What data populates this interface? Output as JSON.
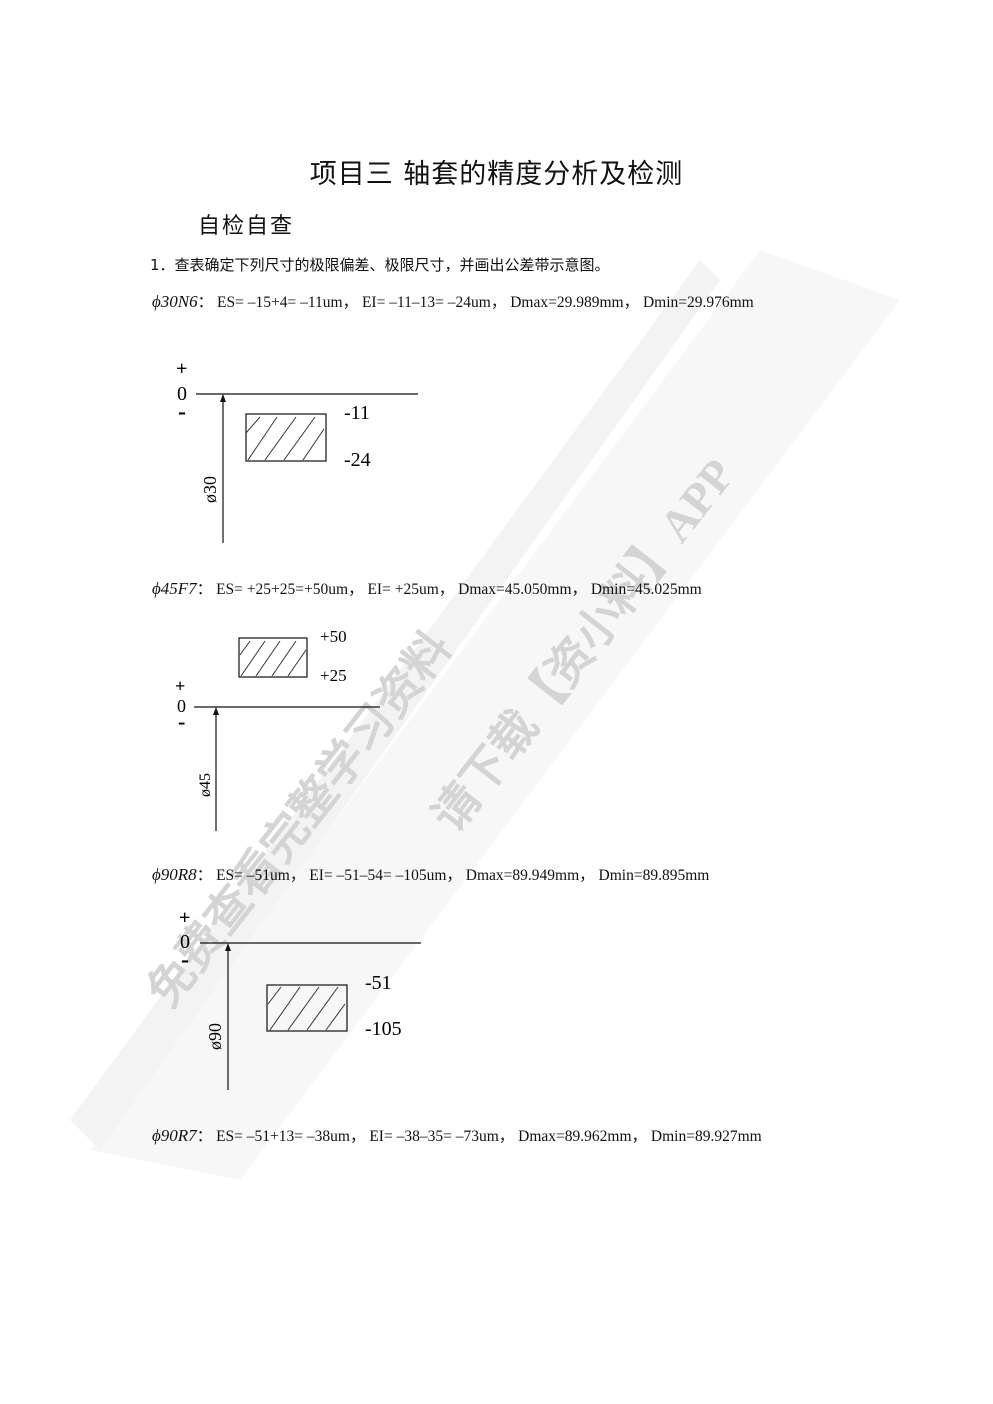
{
  "page": {
    "title": "项目三 轴套的精度分析及检测",
    "subtitle": "自检自查",
    "question": "1．查表确定下列尺寸的极限偏差、极限尺寸，并画出公差带示意图。"
  },
  "items": [
    {
      "symbol": "ϕ30N6",
      "es": "ES= –15+4= –11um",
      "ei": "EI= –11–13= –24um",
      "dmax": "Dmax=29.989mm",
      "dmin": "Dmin=29.976mm",
      "diagram": {
        "plus": "+",
        "zero": "0",
        "minus": "-",
        "upper": "-11",
        "lower": "-24",
        "size_label": "ø30"
      }
    },
    {
      "symbol": "ϕ45F7",
      "es": "ES= +25+25=+50um",
      "ei": "EI= +25um",
      "dmax": "Dmax=45.050mm",
      "dmin": "Dmin=45.025mm",
      "diagram": {
        "plus": "+",
        "zero": "0",
        "minus": "-",
        "upper": "+50",
        "lower": "+25",
        "size_label": "ø45"
      }
    },
    {
      "symbol": "ϕ90R8",
      "es": "ES= –51um",
      "ei": "EI= –51–54= –105um",
      "dmax": "Dmax=89.949mm",
      "dmin": "Dmin=89.895mm",
      "diagram": {
        "plus": "+",
        "zero": "0",
        "minus": "-",
        "upper": "-51",
        "lower": "-105",
        "size_label": "ø90"
      }
    },
    {
      "symbol": "ϕ90R7",
      "es": "ES= –51+13= –38um",
      "ei": "EI= –38–35= –73um",
      "dmax": "Dmax=89.962mm",
      "dmin": "Dmin=89.927mm"
    }
  ],
  "separator": "，",
  "colon": "：",
  "watermark": {
    "line1": "免费查看完整学习资料",
    "line2": "请下载【资小料】APP"
  },
  "colors": {
    "text": "#111111",
    "watermark": "#d9d9d9",
    "background": "#ffffff"
  }
}
